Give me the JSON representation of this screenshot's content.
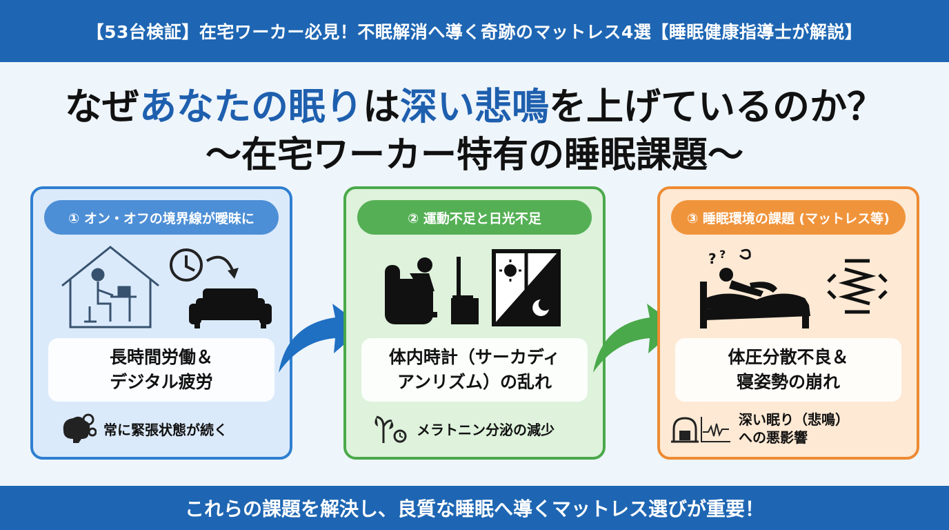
{
  "top_banner": {
    "text": "【53台検証】在宅ワーカー必見！不眠解消へ導く奇跡のマットレス4選【睡眠健康指導士が解説】"
  },
  "headline": {
    "line1_a": "なぜ",
    "line1_b": "あなたの眠り",
    "line1_c": "は",
    "line1_d": "深い悲鳴",
    "line1_e": "を上げているのか？",
    "line2": "〜在宅ワーカー特有の睡眠課題〜"
  },
  "panels": [
    {
      "title": "① オン・オフの境界線が曖昧に",
      "card_line1": "長時間労働＆",
      "card_line2": "デジタル疲労",
      "note_line1": "常に緊張状態が続く",
      "icons": [
        "house-desk-icon",
        "clock-icon",
        "sofa-icon",
        "brain-gear-icon"
      ]
    },
    {
      "title": "② 運動不足と日光不足",
      "card_line1": "体内時計（サーカディ",
      "card_line2": "アンリズム）の乱れ",
      "note_line1": "メラトニン分泌の減少",
      "icons": [
        "person-slumped-icon",
        "monitor-desk-icon",
        "sun-moon-window-icon",
        "wilting-plant-icon"
      ]
    },
    {
      "title": "③ 睡眠環境の課題 (マットレス等)",
      "card_line1": "体圧分散不良＆",
      "card_line2": "寝姿勢の崩れ",
      "note_line1": "深い眠り（悲鳴）",
      "note_line2": "への悪影響",
      "icons": [
        "restless-sleeper-icon",
        "spring-icon",
        "alarm-wave-icon"
      ]
    }
  ],
  "bottom_banner": {
    "text": "これらの課題を解決し、良質な睡眠へ導くマットレス選びが重要！"
  },
  "colors": {
    "banner": "#1e66b3",
    "highlight": "#1e5fae",
    "panel1": "#2f7fd0",
    "panel2": "#4aa94a",
    "panel3": "#ee8a32"
  }
}
